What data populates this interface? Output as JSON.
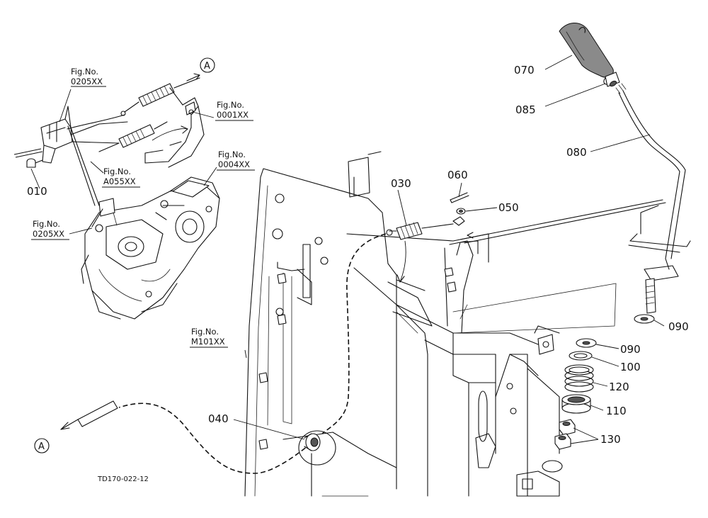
{
  "parts": {
    "p070": "070",
    "p085": "085",
    "p080": "080",
    "p060": "060",
    "p030": "030",
    "p050": "050",
    "p090a": "090",
    "p090b": "090",
    "p100": "100",
    "p120": "120",
    "p110": "110",
    "p130": "130",
    "p040": "040",
    "p010": "010"
  },
  "fig_refs": {
    "r1_title": "Fig.No.",
    "r1_code": "0205XX",
    "r2_title": "Fig.No.",
    "r2_code": "0001XX",
    "r3_title": "Fig.No.",
    "r3_code": "0004XX",
    "r4_title": "Fig.No.",
    "r4_code": "A055XX",
    "r5_title": "Fig.No.",
    "r5_code": "0205XX",
    "r6_title": "Fig.No.",
    "r6_code": "M101XX"
  },
  "markers": {
    "top": "A",
    "bottom": "A"
  },
  "drawing_code": "TD170-022-12"
}
